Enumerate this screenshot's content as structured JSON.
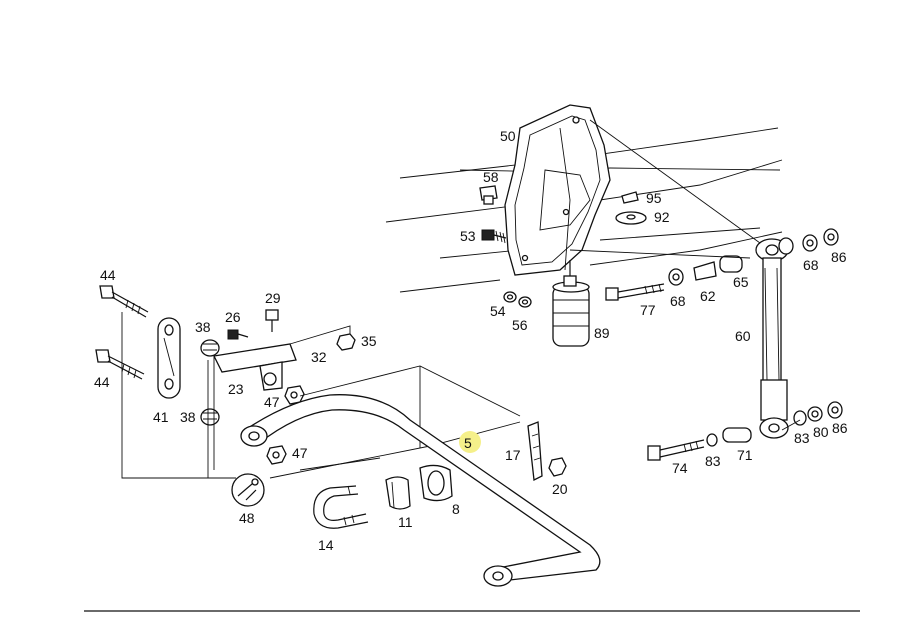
{
  "diagram": {
    "highlight_color": "#f5f08a",
    "callouts": {
      "p5": "5",
      "p8": "8",
      "p11": "11",
      "p14": "14",
      "p17": "17",
      "p20": "20",
      "p23": "23",
      "p26": "26",
      "p29": "29",
      "p32": "32",
      "p35": "35",
      "p38a": "38",
      "p38b": "38",
      "p41": "41",
      "p44a": "44",
      "p44b": "44",
      "p47a": "47",
      "p47b": "47",
      "p48": "48",
      "p50": "50",
      "p53": "53",
      "p54": "54",
      "p56": "56",
      "p58": "58",
      "p60": "60",
      "p62": "62",
      "p65": "65",
      "p68a": "68",
      "p68b": "68",
      "p71": "71",
      "p74": "74",
      "p77": "77",
      "p80": "80",
      "p83a": "83",
      "p83b": "83",
      "p86a": "86",
      "p86b": "86",
      "p89": "89",
      "p92": "92",
      "p95": "95"
    }
  }
}
